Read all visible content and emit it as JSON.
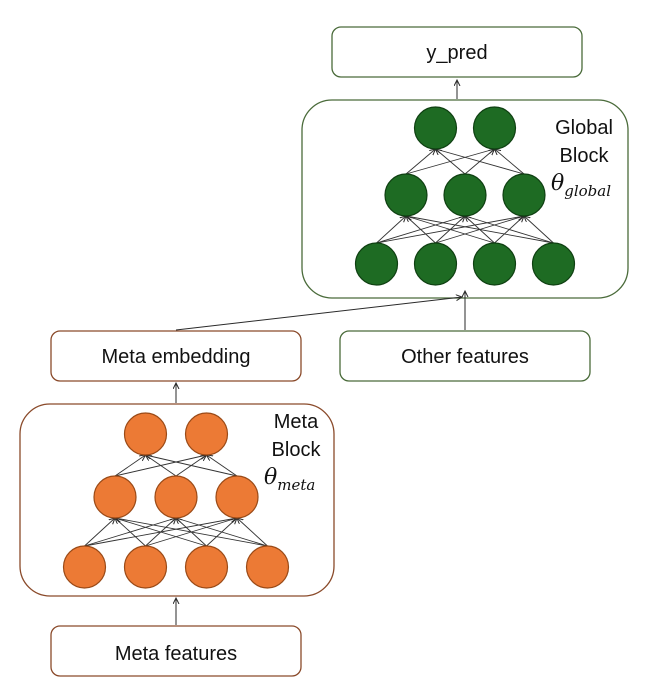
{
  "colors": {
    "green_fill": "#1e6b23",
    "green_stroke": "#0f4012",
    "green_border": "#4a6b3a",
    "orange_fill": "#ec7a35",
    "orange_stroke": "#9a4a17",
    "brown_border": "#8a4a2a",
    "arrow": "#2a2a2a"
  },
  "nodes": {
    "y_pred": "y_pred",
    "meta_embedding": "Meta embedding",
    "other_features": "Other features",
    "meta_features": "Meta features"
  },
  "global_block": {
    "label_line1": "Global",
    "label_line2": "Block",
    "theta_symbol": "θ",
    "theta_subscript": "global",
    "layers": [
      4,
      3,
      2
    ]
  },
  "meta_block": {
    "label_line1": "Meta",
    "label_line2": "Block",
    "theta_symbol": "θ",
    "theta_subscript": "meta",
    "layers": [
      4,
      3,
      2
    ]
  }
}
